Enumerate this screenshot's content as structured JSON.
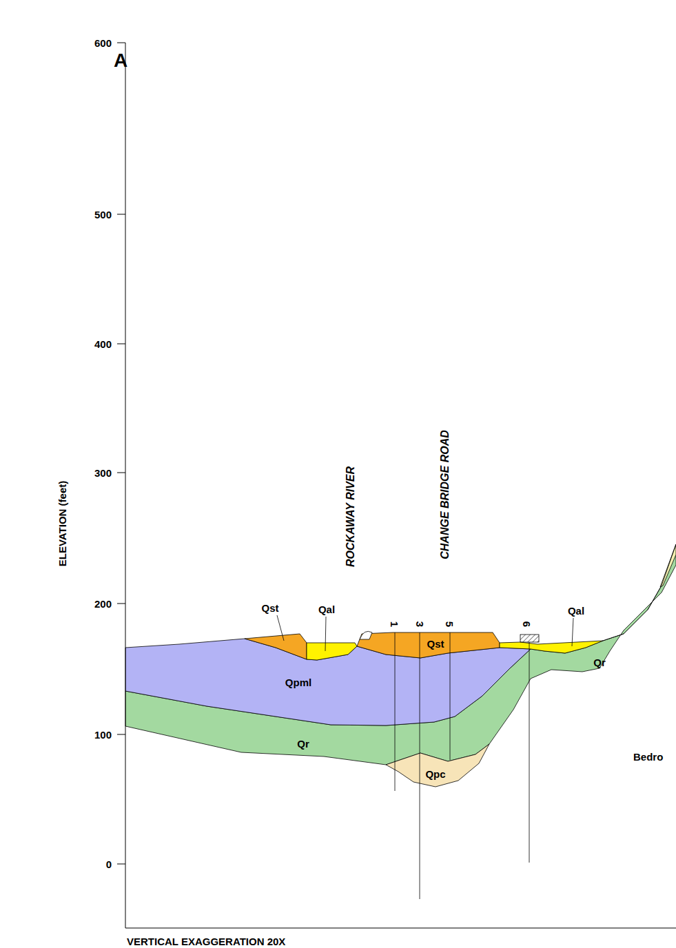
{
  "diagram": {
    "labels": [
      "A",
      "600",
      "500",
      "400",
      "300",
      "200",
      "100",
      "0",
      "ELEVATION (feet)",
      "ROCKAWAY RIVER",
      "CHANGE BRIDGE ROAD",
      "Qst",
      "Qal",
      "1",
      "3",
      "5",
      "6",
      "Qal",
      "Qst",
      "Qr",
      "Qpml",
      "Qr",
      "Bedro",
      "Qpc",
      "VERTICAL EXAGGERATION 20X"
    ]
  }
}
